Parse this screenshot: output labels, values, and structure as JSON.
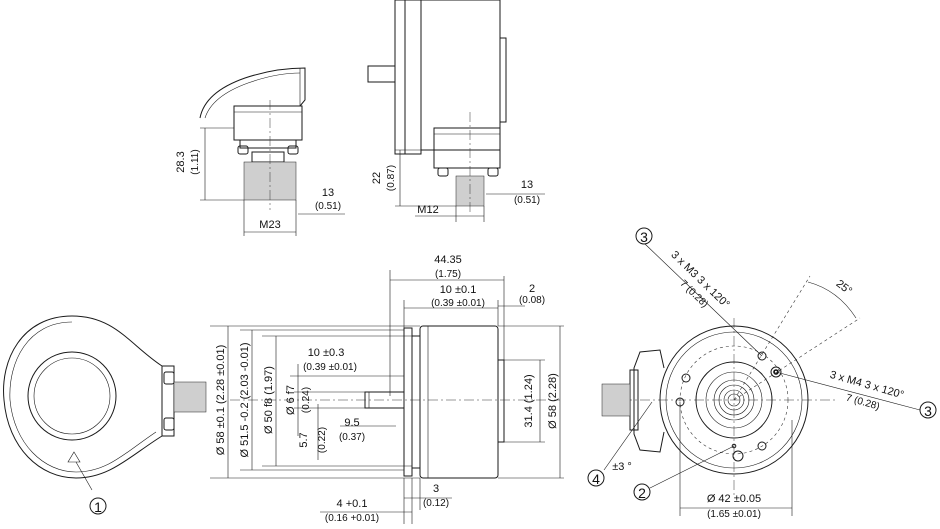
{
  "dims": {
    "d_28_3": "28.3",
    "d_28_3_in": "(1.11)",
    "d_13a": "13",
    "d_13a_in": "(0.51)",
    "d_m23": "M23",
    "d_22": "22",
    "d_22_in": "(0.87)",
    "d_13b": "13",
    "d_13b_in": "(0.51)",
    "d_m12": "M12",
    "d_44_35": "44.35",
    "d_44_35_in": "(1.75)",
    "d_10_01": "10 ±0.1",
    "d_10_01_in": "(0.39 ±0.01)",
    "d_2": "2",
    "d_2_in": "(0.08)",
    "d_10_03": "10 ±0.3",
    "d_10_03_in": "(0.39 ±0.01)",
    "d_9_5": "9.5",
    "d_9_5_in": "(0.37)",
    "d_4_01": "4 +0.1",
    "d_4_01_in": "(0.16 +0.01)",
    "d_3": "3",
    "d_3_in": "(0.12)",
    "d_58_01": "Ø 58 ±0.1 (2.28 ±0.01)",
    "d_51_5": "Ø 51.5 -0.2 (2.03 -0.01)",
    "d_50_f8": "Ø 50 f8 (1.97)",
    "d_6_f7": "Ø 6 f7",
    "d_6_f7_in": "(0.24)",
    "d_5_7": "5.7",
    "d_5_7_in": "(0.22)",
    "d_31_4": "31.4 (1.24)",
    "d_58": "Ø 58 (2.28)",
    "d_m3": "3 x M3 3 x 120°",
    "d_m3_7": "7 (0.28)",
    "d_25": "25°",
    "d_m4": "3 x M4 3 x 120°",
    "d_m4_7": "7 (0.28)",
    "d_pm3": "±3 °",
    "d_42": "Ø 42 ±0.05",
    "d_42_in": "(1.65 ±0.01)"
  },
  "callouts": {
    "c1": "1",
    "c2": "2",
    "c3a": "3",
    "c3b": "3",
    "c4": "4"
  }
}
